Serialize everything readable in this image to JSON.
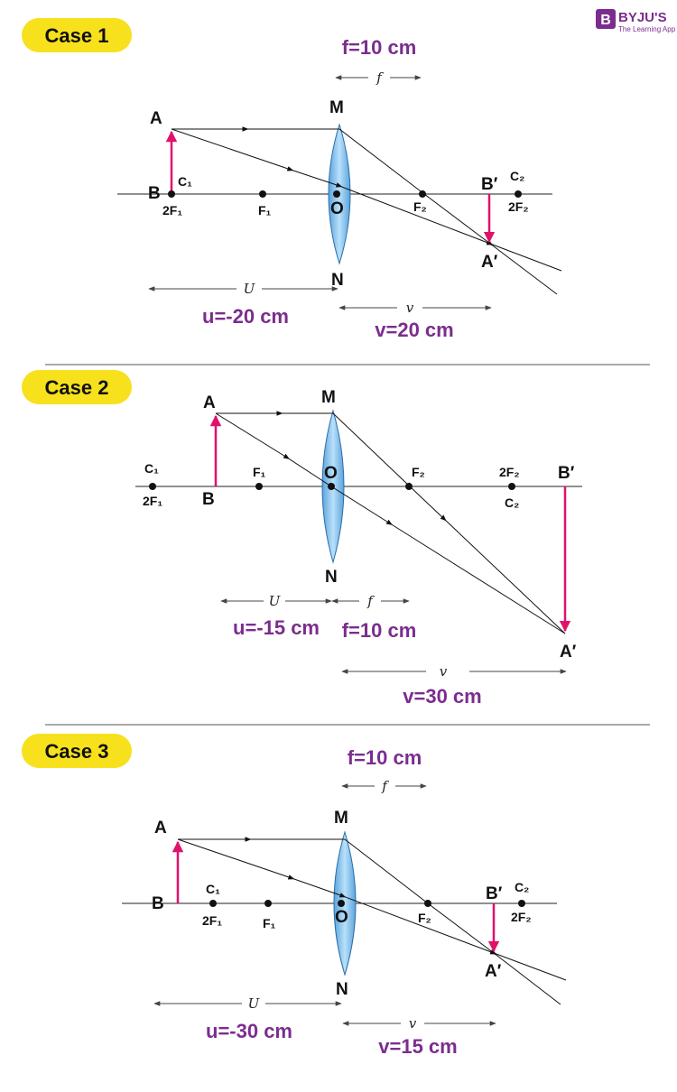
{
  "brand": {
    "name": "BYJU'S",
    "tagline": "The Learning App",
    "color": "#7b2d8e"
  },
  "colors": {
    "case_badge": "#f7e11d",
    "object_image_arrow": "#e0116b",
    "measure_text": "#7b2d8e",
    "lens_fill": "#8ec7ef",
    "lens_stroke": "#2a6fa8"
  },
  "cases": [
    {
      "label": "Case 1",
      "focal_text": "f=10 cm",
      "f_symbol": "f",
      "u_symbol": "U",
      "v_symbol": "v",
      "u_text": "u=-20 cm",
      "v_text": "v=20 cm",
      "points": {
        "A": "A",
        "B": "B",
        "M": "M",
        "N": "N",
        "O": "O",
        "A_img": "A′",
        "B_img": "B′",
        "C1": "C₁",
        "C2": "C₂",
        "F1": "F₁",
        "F2": "F₂",
        "F1_2x": "2F₁",
        "F2_2x": "2F₂"
      }
    },
    {
      "label": "Case 2",
      "focal_text": "f=10 cm",
      "f_symbol": "f",
      "u_symbol": "U",
      "v_symbol": "v",
      "u_text": "u=-15 cm",
      "v_text": "v=30 cm",
      "points": {
        "A": "A",
        "B": "B",
        "M": "M",
        "N": "N",
        "O": "O",
        "A_img": "A′",
        "B_img": "B′",
        "C1": "C₁",
        "C2": "C₂",
        "F1": "F₁",
        "F2": "F₂",
        "F1_2x": "2F₁",
        "F2_2x": "2F₂"
      }
    },
    {
      "label": "Case 3",
      "focal_text": "f=10 cm",
      "f_symbol": "f",
      "u_symbol": "U",
      "v_symbol": "v",
      "u_text": "u=-30 cm",
      "v_text": "v=15 cm",
      "points": {
        "A": "A",
        "B": "B",
        "M": "M",
        "N": "N",
        "O": "O",
        "A_img": "A′",
        "B_img": "B′",
        "C1": "C₁",
        "C2": "C₂",
        "F1": "F₁",
        "F2": "F₂",
        "F1_2x": "2F₁",
        "F2_2x": "2F₂"
      }
    }
  ]
}
